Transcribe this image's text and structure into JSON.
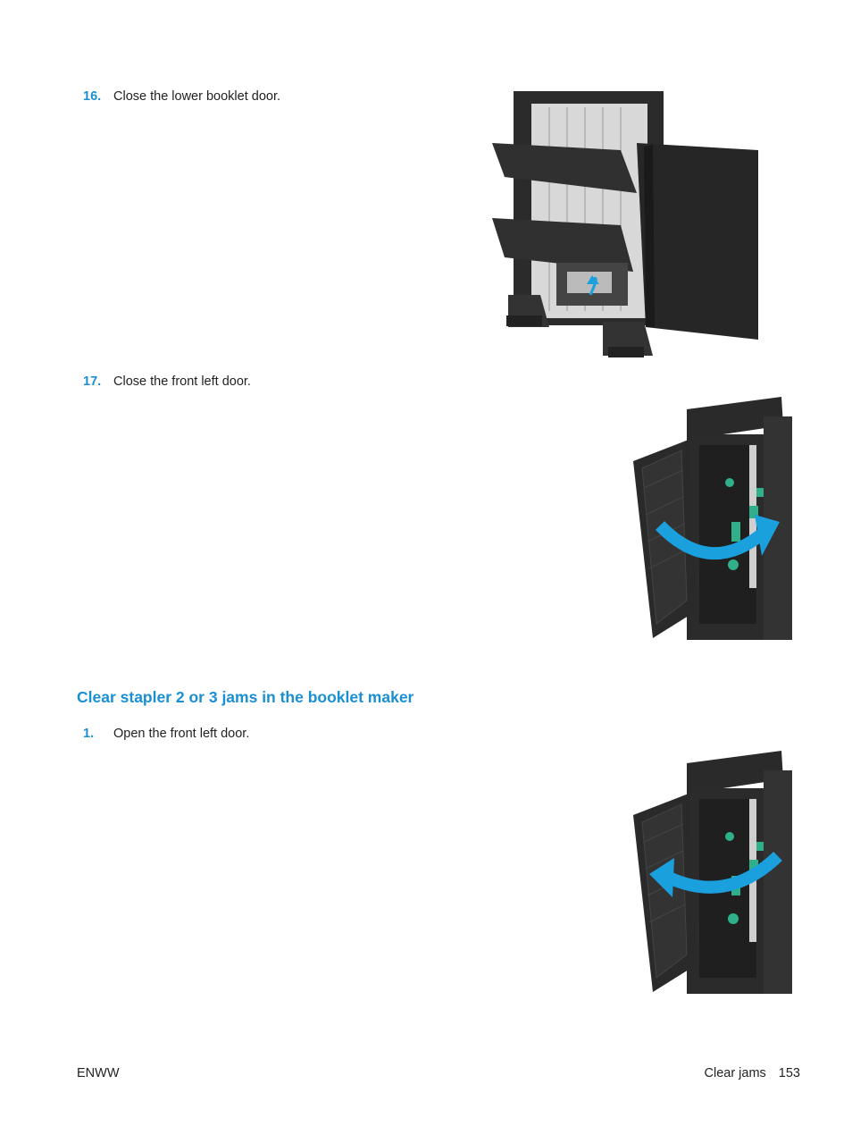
{
  "steps": {
    "s16": {
      "number": "16.",
      "text": "Close the lower booklet door."
    },
    "s17": {
      "number": "17.",
      "text": "Close the front left door."
    },
    "s1": {
      "number": "1.",
      "text": "Open the front left door."
    }
  },
  "section_heading": "Clear stapler 2 or 3 jams in the booklet maker",
  "footer": {
    "left": "ENWW",
    "section": "Clear jams",
    "page": "153"
  },
  "colors": {
    "accent": "#1a8fd2",
    "device": "#2a2a2a",
    "arrow": "#1ba0de"
  }
}
